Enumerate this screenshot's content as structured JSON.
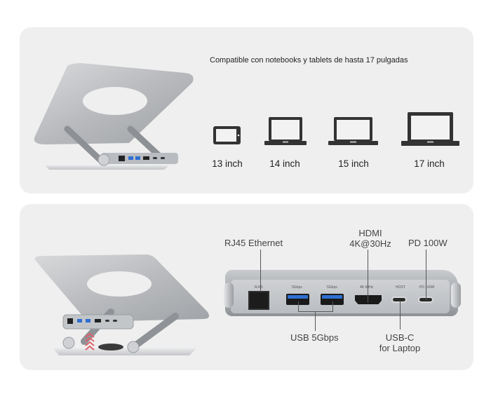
{
  "top_panel": {
    "title": "Compatible con notebooks y tablets de hasta 17 pulgadas",
    "product_image": "laptop-stand-with-hub",
    "devices": [
      {
        "icon": "tablet-icon",
        "label": "13 inch"
      },
      {
        "icon": "laptop-icon",
        "label": "14 inch"
      },
      {
        "icon": "laptop-icon",
        "label": "15 inch"
      },
      {
        "icon": "laptop-icon",
        "label": "17 inch"
      }
    ]
  },
  "bottom_panel": {
    "product_image": "laptop-stand-detachable-hub",
    "callouts": {
      "rj45": "RJ45 Ethernet",
      "hdmi_line1": "HDMI",
      "hdmi_line2": "4K@30Hz",
      "pd": "PD 100W",
      "usb": "USB 5Gbps",
      "usbc_line1": "USB-C",
      "usbc_line2": "for Laptop"
    },
    "hub_port_marks": [
      "RJ45",
      "5Gbps",
      "5Gbps",
      "4K 60Hz",
      "HOST",
      "PD 100W"
    ],
    "colors": {
      "panel_bg": "#efefef",
      "usb_blue": "#2f6fd1",
      "arrow_red": "#e0606a"
    }
  }
}
